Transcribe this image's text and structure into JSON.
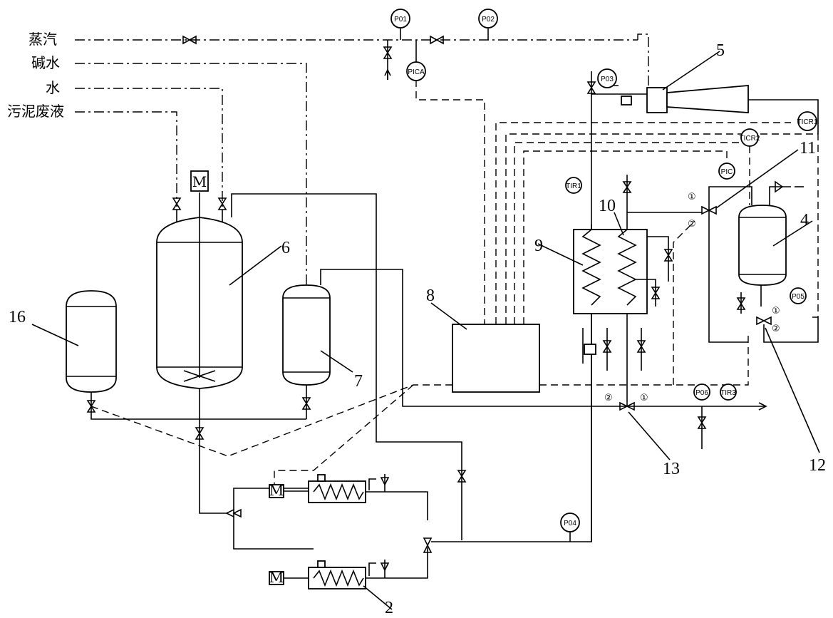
{
  "inputs": {
    "steam": "蒸汽",
    "alkali_water": "碱水",
    "water": "水",
    "sludge_waste": "污泥废液"
  },
  "equipment_numbers": {
    "n2": "2",
    "n4": "4",
    "n5": "5",
    "n6": "6",
    "n7": "7",
    "n8": "8",
    "n9": "9",
    "n10": "10",
    "n11": "11",
    "n12": "12",
    "n13": "13",
    "n16": "16"
  },
  "instruments": {
    "p01": "P01",
    "p02": "P02",
    "pica": "PICA",
    "p03": "P03",
    "tir1": "TIR1",
    "pic": "PIC",
    "ticr2": "TICR2",
    "ticr1": "TICR1",
    "p05": "P05",
    "p06": "P06",
    "tir3": "TIR3",
    "p04": "P04",
    "motor": "M",
    "pump_motor_a": "M",
    "pump_motor_b": "M"
  },
  "ports": {
    "one": "①",
    "two": "②"
  }
}
